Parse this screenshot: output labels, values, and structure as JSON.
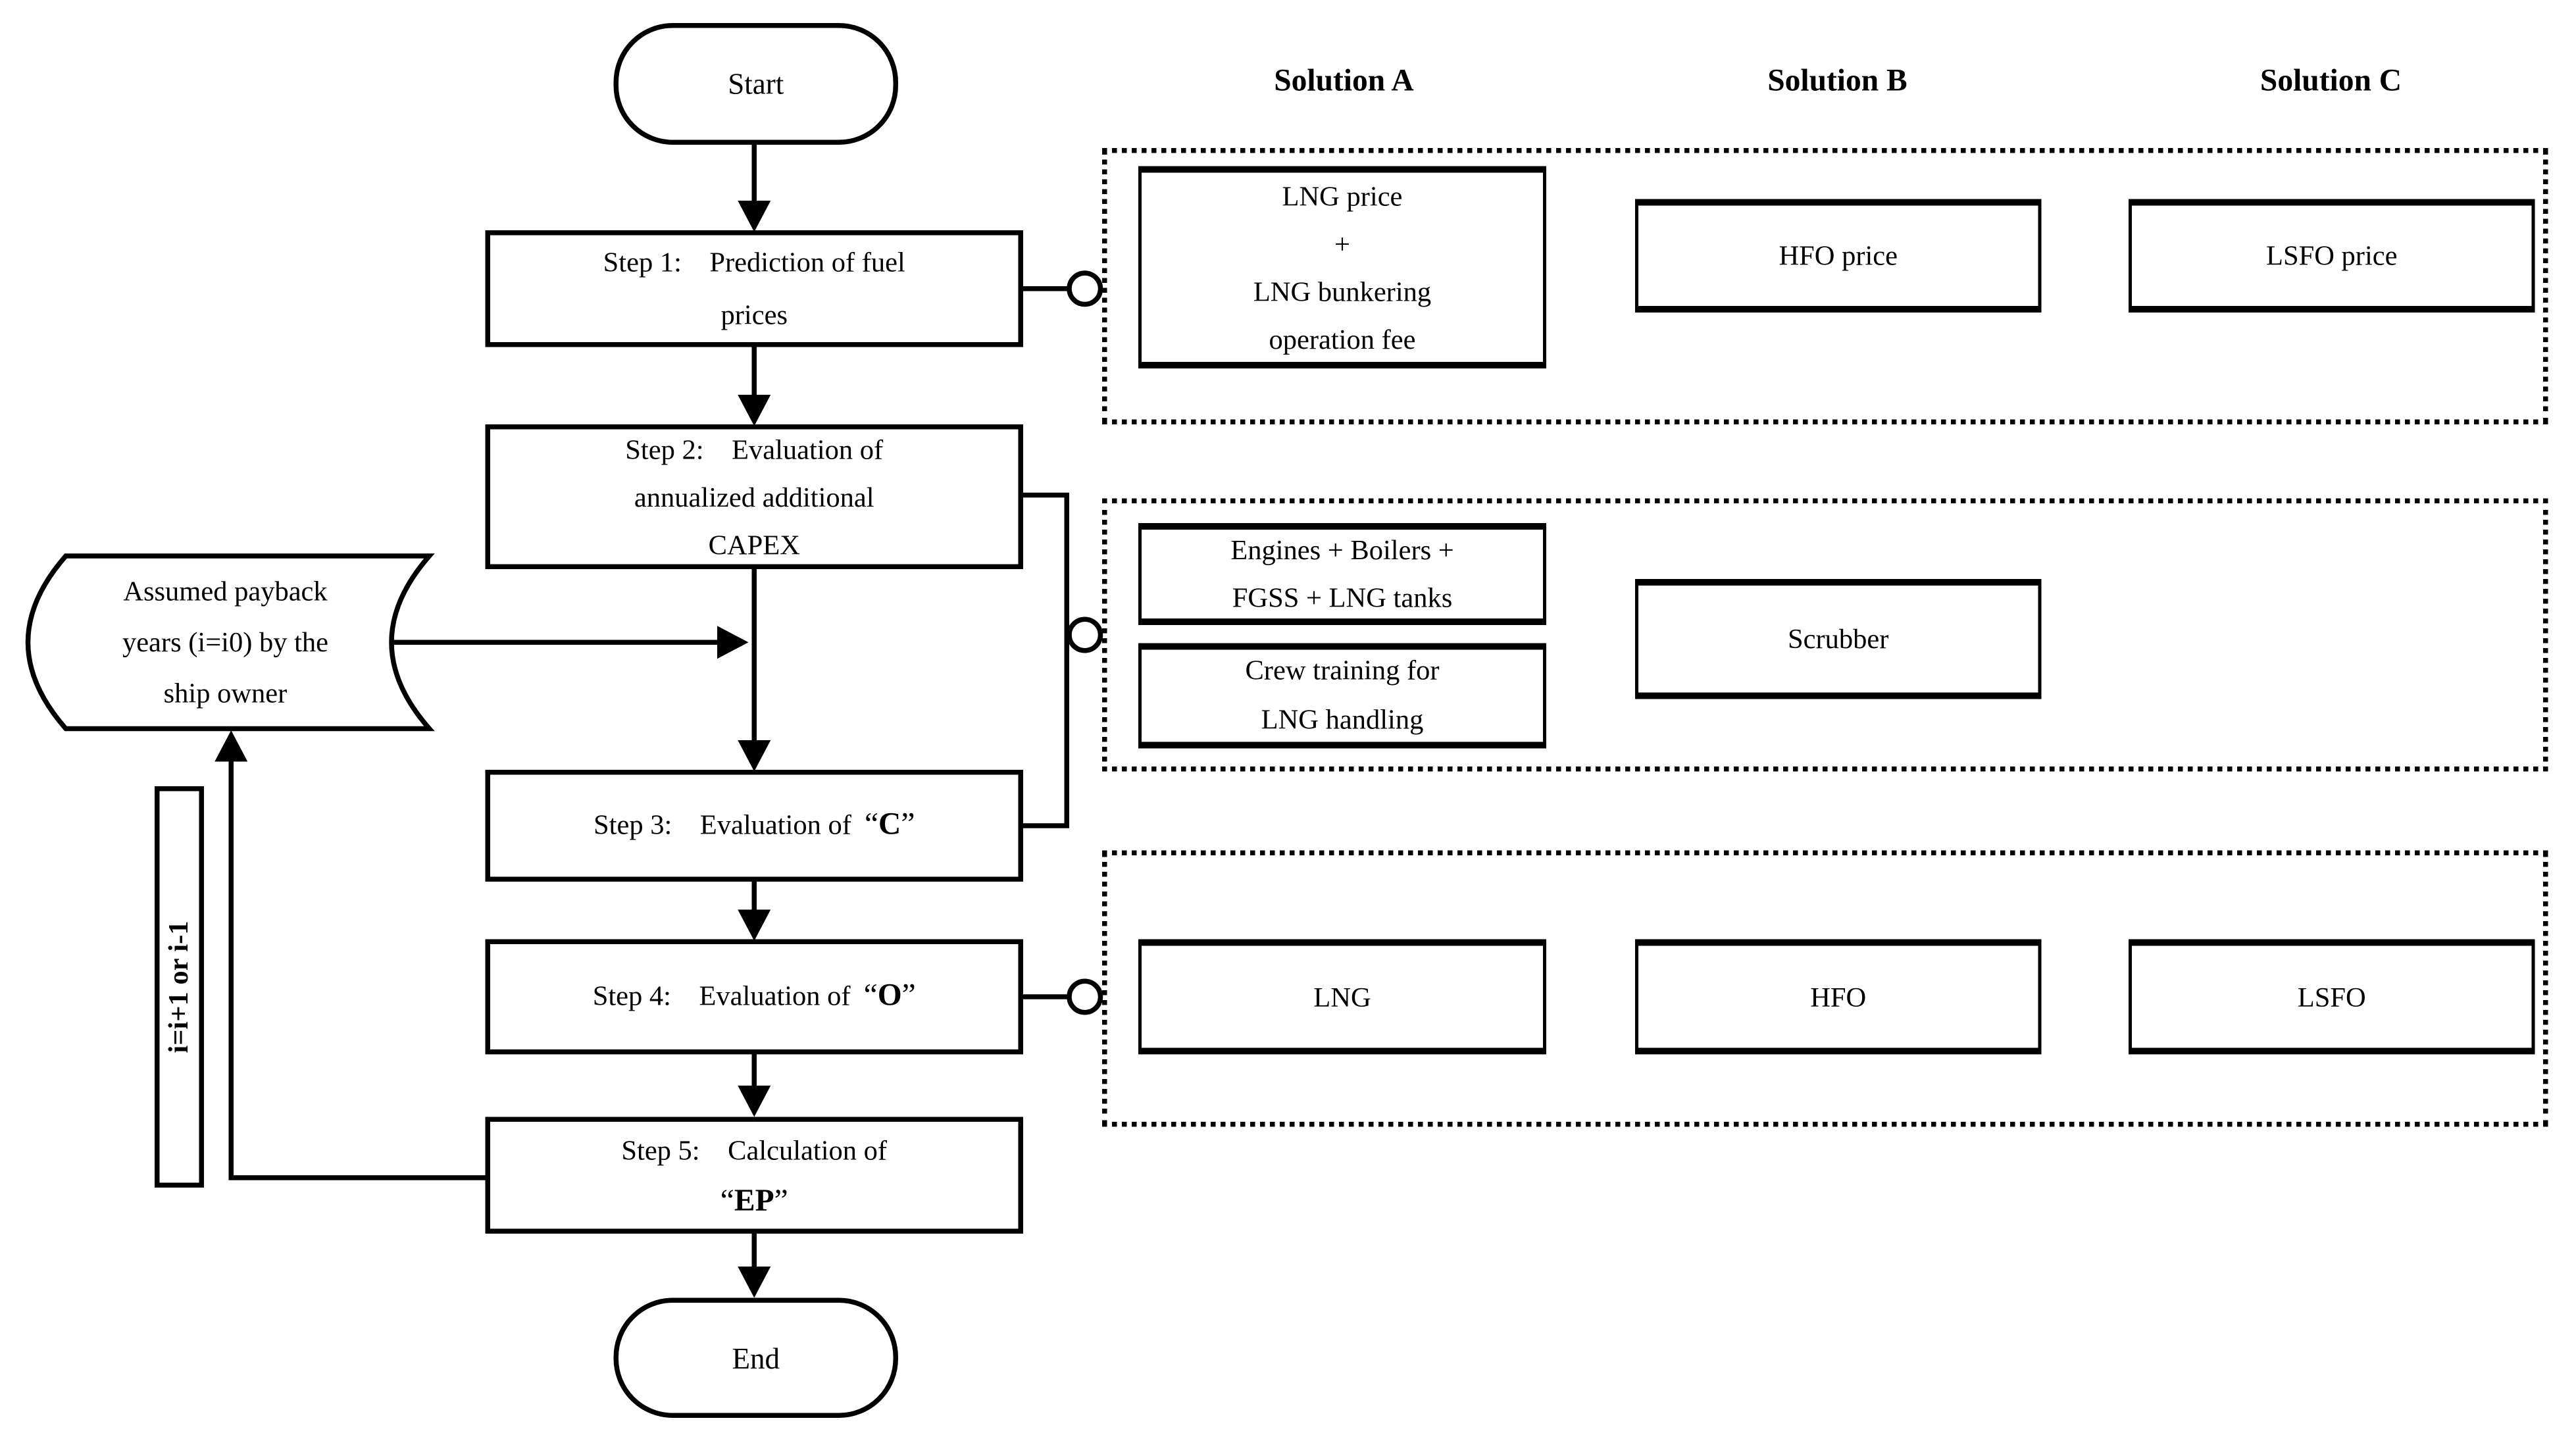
{
  "colors": {
    "ink": "#000000",
    "paper": "#ffffff"
  },
  "flowchart": {
    "start_label": "Start",
    "end_label": "End",
    "step1_lines": [
      "Step 1: Prediction of fuel",
      "prices"
    ],
    "step2_lines": [
      "Step 2: Evaluation of",
      "annualized additional",
      "CAPEX"
    ],
    "step3": {
      "prefix": "Step 3: Evaluation of",
      "quote_open": "“",
      "term": "C",
      "quote_close": "”"
    },
    "step4": {
      "prefix": "Step 4: Evaluation of",
      "quote_open": "“",
      "term": "O",
      "quote_close": "”"
    },
    "step5": {
      "prefix": "Step 5: Calculation of",
      "quote_open": "“",
      "term": "EP",
      "quote_close": "”"
    },
    "payback_lines": [
      "Assumed payback",
      "years (i=i0) by the",
      "ship owner"
    ],
    "iteration_label": "i=i+1 or i-1"
  },
  "solutions": {
    "headers": [
      "Solution A",
      "Solution B",
      "Solution C"
    ],
    "row1": {
      "a_lines": [
        "LNG price",
        "+",
        "LNG bunkering",
        "operation fee"
      ],
      "b": "HFO price",
      "c": "LSFO price"
    },
    "row2": {
      "a1_lines": [
        "Engines + Boilers +",
        "FGSS + LNG tanks"
      ],
      "a2_lines": [
        "Crew training for",
        "LNG handling"
      ],
      "b": "Scrubber"
    },
    "row3": {
      "a": "LNG",
      "b": "HFO",
      "c": "LSFO"
    }
  }
}
